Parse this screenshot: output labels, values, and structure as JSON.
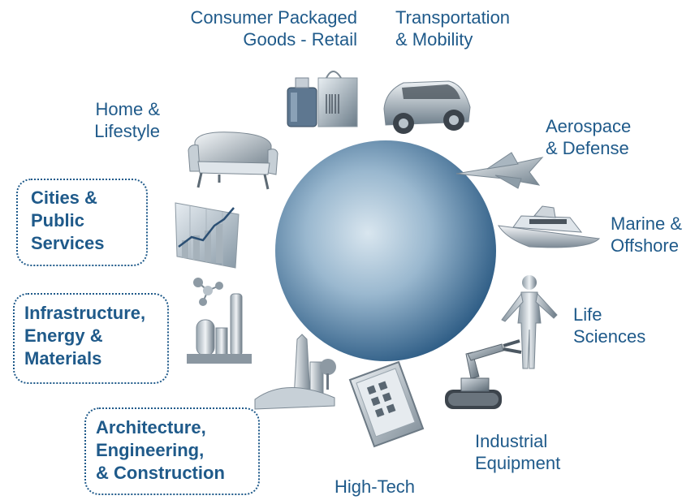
{
  "diagram": {
    "colors": {
      "text": "#1f5a8a",
      "sphere_light": "#d9e6ef",
      "sphere_dark": "#2c5b84"
    },
    "industries": [
      {
        "id": "cpg",
        "icon": "perfume-bag-icon",
        "lines": [
          "Consumer Packaged",
          "Goods - Retail"
        ]
      },
      {
        "id": "transport",
        "icon": "car-icon",
        "lines": [
          "Transportation",
          "& Mobility"
        ]
      },
      {
        "id": "aero",
        "icon": "jet-icon",
        "lines": [
          "Aerospace",
          "& Defense"
        ]
      },
      {
        "id": "marine",
        "icon": "yacht-icon",
        "lines": [
          "Marine &",
          "Offshore"
        ]
      },
      {
        "id": "life",
        "icon": "human-figure-icon",
        "lines": [
          "Life",
          "Sciences"
        ]
      },
      {
        "id": "industrial",
        "icon": "robot-arm-icon",
        "lines": [
          "Industrial",
          "Equipment"
        ]
      },
      {
        "id": "hightech",
        "icon": "tablet-icon",
        "lines": [
          "High-Tech"
        ]
      },
      {
        "id": "aec",
        "icon": "buildings-bridge-icon",
        "lines": [
          "Architecture,",
          "Engineering,",
          "& Construction"
        ],
        "highlighted": true
      },
      {
        "id": "energy",
        "icon": "refinery-molecule-icon",
        "lines": [
          "Infrastructure,",
          "Energy &",
          "Materials"
        ],
        "highlighted": true
      },
      {
        "id": "cities",
        "icon": "city-chart-icon",
        "lines": [
          "Cities &",
          "Public",
          "Services"
        ],
        "highlighted": true
      },
      {
        "id": "home",
        "icon": "sofa-icon",
        "lines": [
          "Home &",
          "Lifestyle"
        ]
      }
    ]
  }
}
